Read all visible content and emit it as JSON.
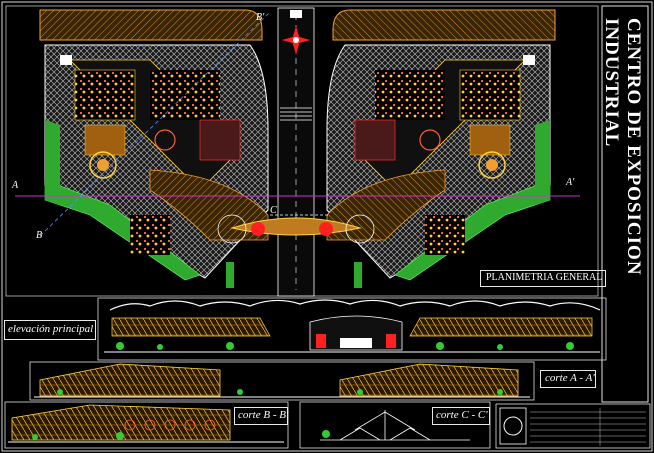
{
  "title": "CENTRO DE EXPOSICION INDUSTRIAL",
  "labels": {
    "planimetria": "PLANIMETRIA GENERAL",
    "elevacion": "elevación principal",
    "corte_aa": "corte A - A'",
    "corte_bb": "corte B - B'",
    "corte_cc": "corte C - C'",
    "mark_a_left": "A",
    "mark_a_right": "A'",
    "mark_b_top": "B'",
    "mark_b_left": "B",
    "mark_c": "C"
  },
  "colors": {
    "background": "#000000",
    "outline": "#ffffff",
    "plaza": "#f0a030",
    "green": "#33cc33",
    "red": "#ff2020",
    "magenta": "#cc33cc",
    "cyan": "#33ccff",
    "yellow": "#ffd700"
  }
}
